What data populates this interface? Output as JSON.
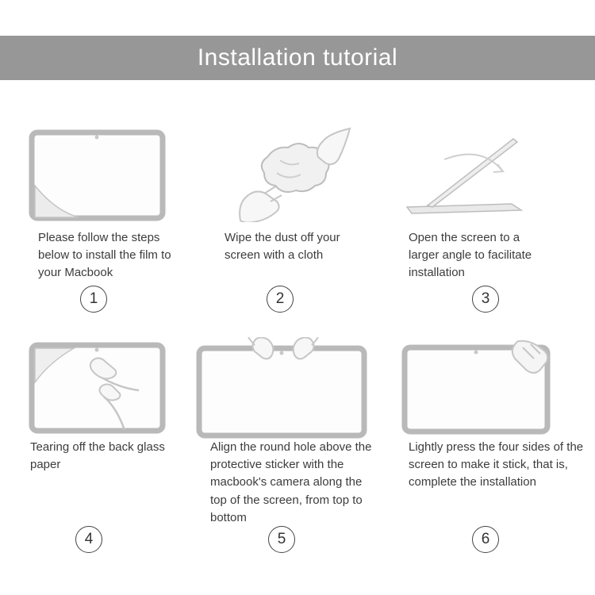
{
  "header": {
    "title": "Installation tutorial"
  },
  "colors": {
    "header_bg": "#979797",
    "header_text": "#ffffff",
    "body_text": "#3c3c3c",
    "sketch_gray": "#c6c6c6",
    "screen_frame": "#b9b9b9"
  },
  "steps": [
    {
      "number": "1",
      "text": "Please follow the steps below to install the film to your Macbook",
      "illustration": "macbook-screen-with-film-corner-peel"
    },
    {
      "number": "2",
      "text": "Wipe the dust off your screen with a cloth",
      "illustration": "hands-wiping-screen-with-cloth"
    },
    {
      "number": "3",
      "text": "Open the screen to a larger angle to facilitate installation",
      "illustration": "laptop-opened-to-wide-angle"
    },
    {
      "number": "4",
      "text": "Tearing off the back glass paper",
      "illustration": "hands-tearing-off-back-paper"
    },
    {
      "number": "5",
      "text": "Align the round hole above the protective sticker with the macbook's camera along the top of the screen, from top to bottom",
      "illustration": "aligning-film-hole-with-camera"
    },
    {
      "number": "6",
      "text": "Lightly press the four sides of the screen to make it stick, that is, complete the installation",
      "illustration": "hand-pressing-screen-sides"
    }
  ]
}
